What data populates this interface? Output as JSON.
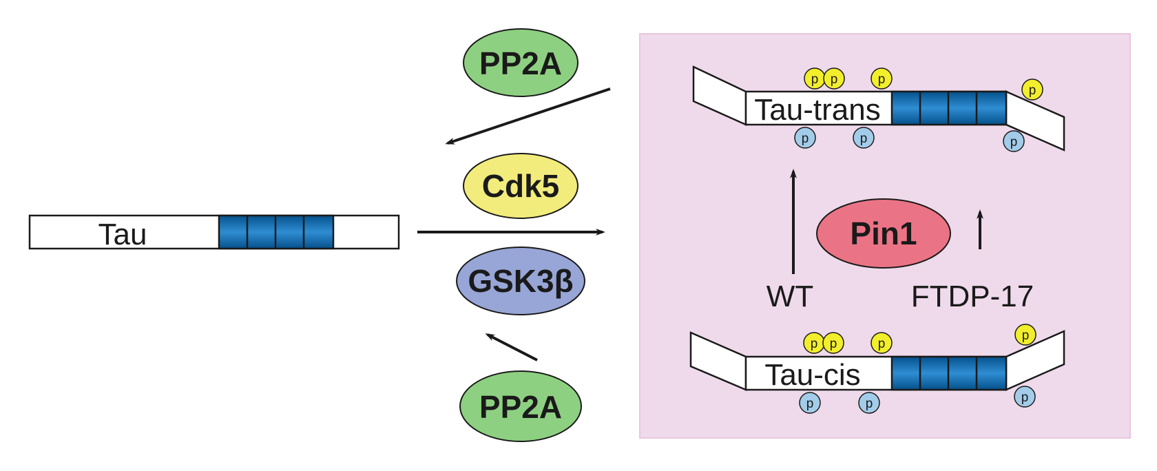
{
  "colors": {
    "panel_bg": "#efdaeb",
    "panel_border": "#e7c6dd",
    "pp2a": "#8ed081",
    "cdk5": "#f2ec7c",
    "gsk3b": "#97a6d6",
    "pin1": "#ea7485",
    "phospho_yellow": "#f2ee2c",
    "phospho_blue": "#a2cce9",
    "repeat_dark": "#05518c",
    "repeat_light": "#2f8dd2"
  },
  "labels": {
    "tau": "Tau",
    "tau_trans": "Tau-trans",
    "tau_cis": "Tau-cis",
    "wt": "WT",
    "ftdp17": "FTDP-17",
    "phospho": "p"
  },
  "enzymes": {
    "pp2a_top": "PP2A",
    "cdk5": "Cdk5",
    "gsk3b": "GSK3β",
    "pp2a_bottom": "PP2A",
    "pin1": "Pin1"
  }
}
